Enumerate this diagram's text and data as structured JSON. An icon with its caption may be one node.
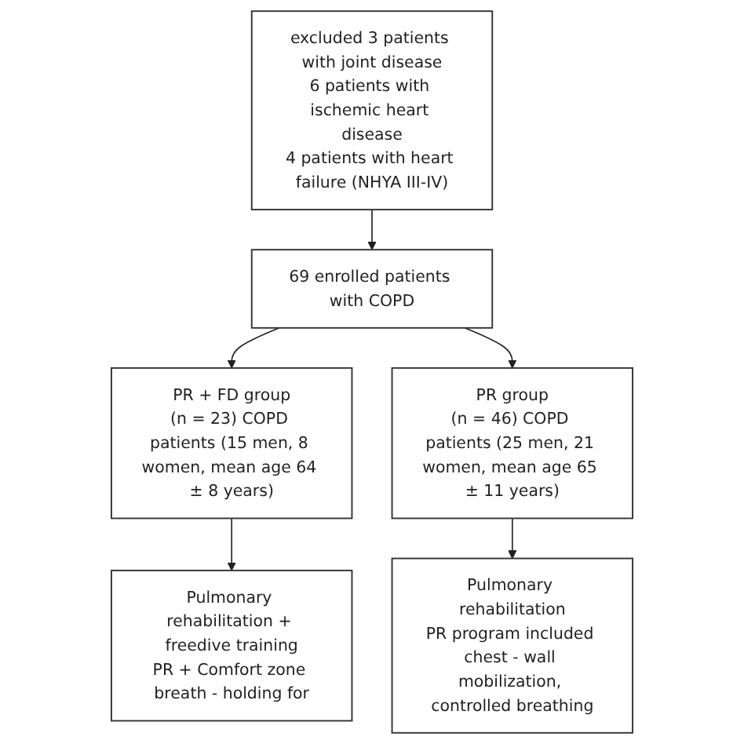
{
  "diagram": {
    "nodes": [
      {
        "text": [
          "excluded 3 patients with joint disease",
          "6 patients with ischemic heart disease",
          "4 patients with heart failure (NHYA III-IV)"
        ]
      },
      {
        "text": [
          "69 enrolled patients with COPD"
        ]
      },
      {
        "text": [
          "PR + FD group",
          "(n = 23) COPD patients (15 men, 8 women, mean age 64 ± 8 years)"
        ]
      },
      {
        "text": [
          "PR group",
          "(n = 46) COPD patients (25 men, 21 women, mean age 65 ± 11 years)"
        ]
      },
      {
        "text": [
          "Pulmonary rehabilitation + freedive training",
          "PR + Comfort zone breath - holding for"
        ]
      },
      {
        "text": [
          "Pulmonary rehabilitation",
          "PR program included chest - wall mobilization, controlled breathing"
        ]
      }
    ],
    "edges": [
      {
        "from": 0,
        "to": 1,
        "arrow": "to"
      },
      {
        "from": 1,
        "to": 2,
        "arrow": "to"
      },
      {
        "from": 1,
        "to": 3,
        "arrow": "to"
      },
      {
        "from": 2,
        "to": 4,
        "arrow": "to"
      },
      {
        "from": 3,
        "to": 5,
        "arrow": "to"
      }
    ]
  }
}
